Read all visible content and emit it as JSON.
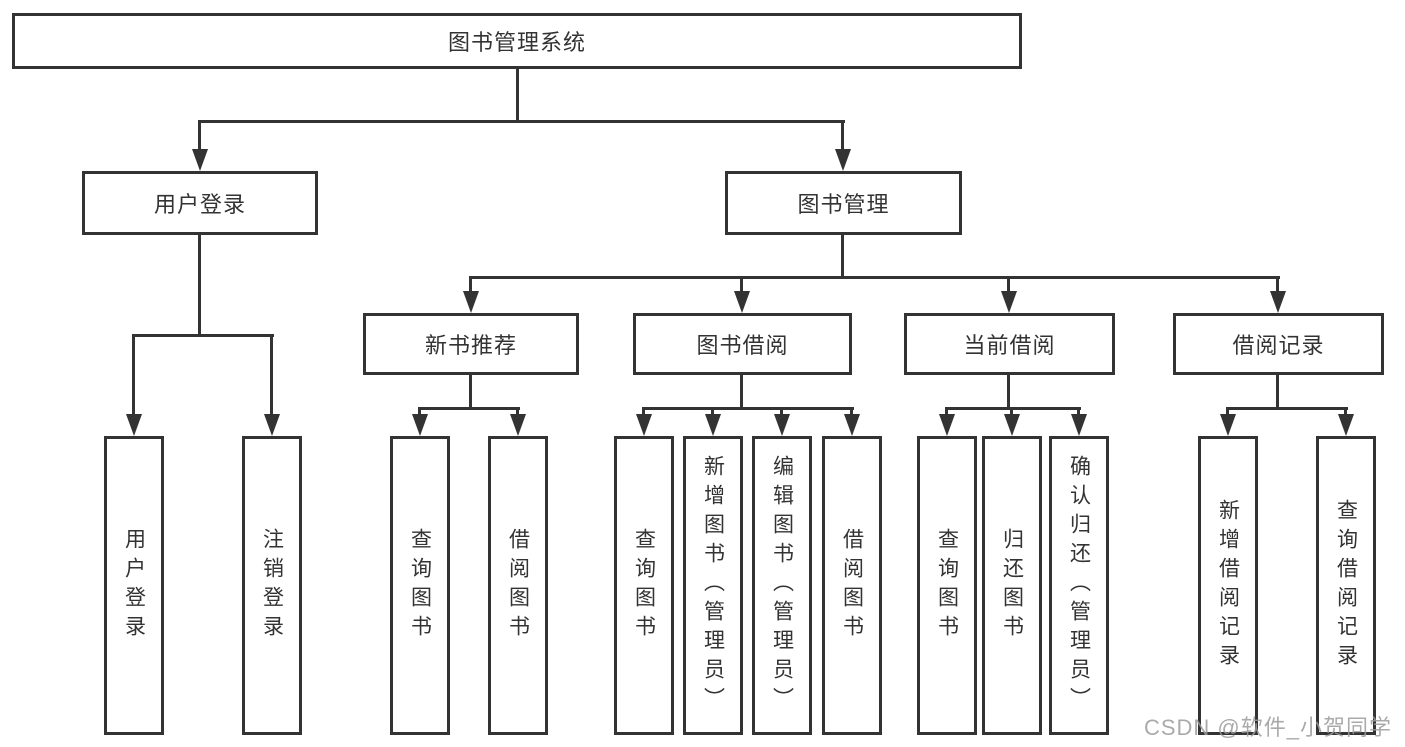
{
  "diagram": {
    "type": "tree",
    "root": {
      "label": "图书管理系统",
      "children": [
        {
          "label": "用户登录",
          "children": [
            {
              "label": "用户登录"
            },
            {
              "label": "注销登录"
            }
          ]
        },
        {
          "label": "图书管理",
          "children": [
            {
              "label": "新书推荐",
              "children": [
                {
                  "label": "查询图书"
                },
                {
                  "label": "借阅图书"
                }
              ]
            },
            {
              "label": "图书借阅",
              "children": [
                {
                  "label": "查询图书"
                },
                {
                  "label": "新增图书（管理员）"
                },
                {
                  "label": "编辑图书（管理员）"
                },
                {
                  "label": "借阅图书"
                }
              ]
            },
            {
              "label": "当前借阅",
              "children": [
                {
                  "label": "查询图书"
                },
                {
                  "label": "归还图书"
                },
                {
                  "label": "确认归还（管理员）"
                }
              ]
            },
            {
              "label": "借阅记录",
              "children": [
                {
                  "label": "新增借阅记录"
                },
                {
                  "label": "查询借阅记录"
                }
              ]
            }
          ]
        }
      ]
    }
  },
  "watermark": {
    "text": "CSDN @软件_小贺同学"
  },
  "colors": {
    "line": "#333333",
    "box_background": "#ffffff",
    "text": "#333333",
    "watermark": "#9c9c9c",
    "page_background": "#ffffff"
  }
}
